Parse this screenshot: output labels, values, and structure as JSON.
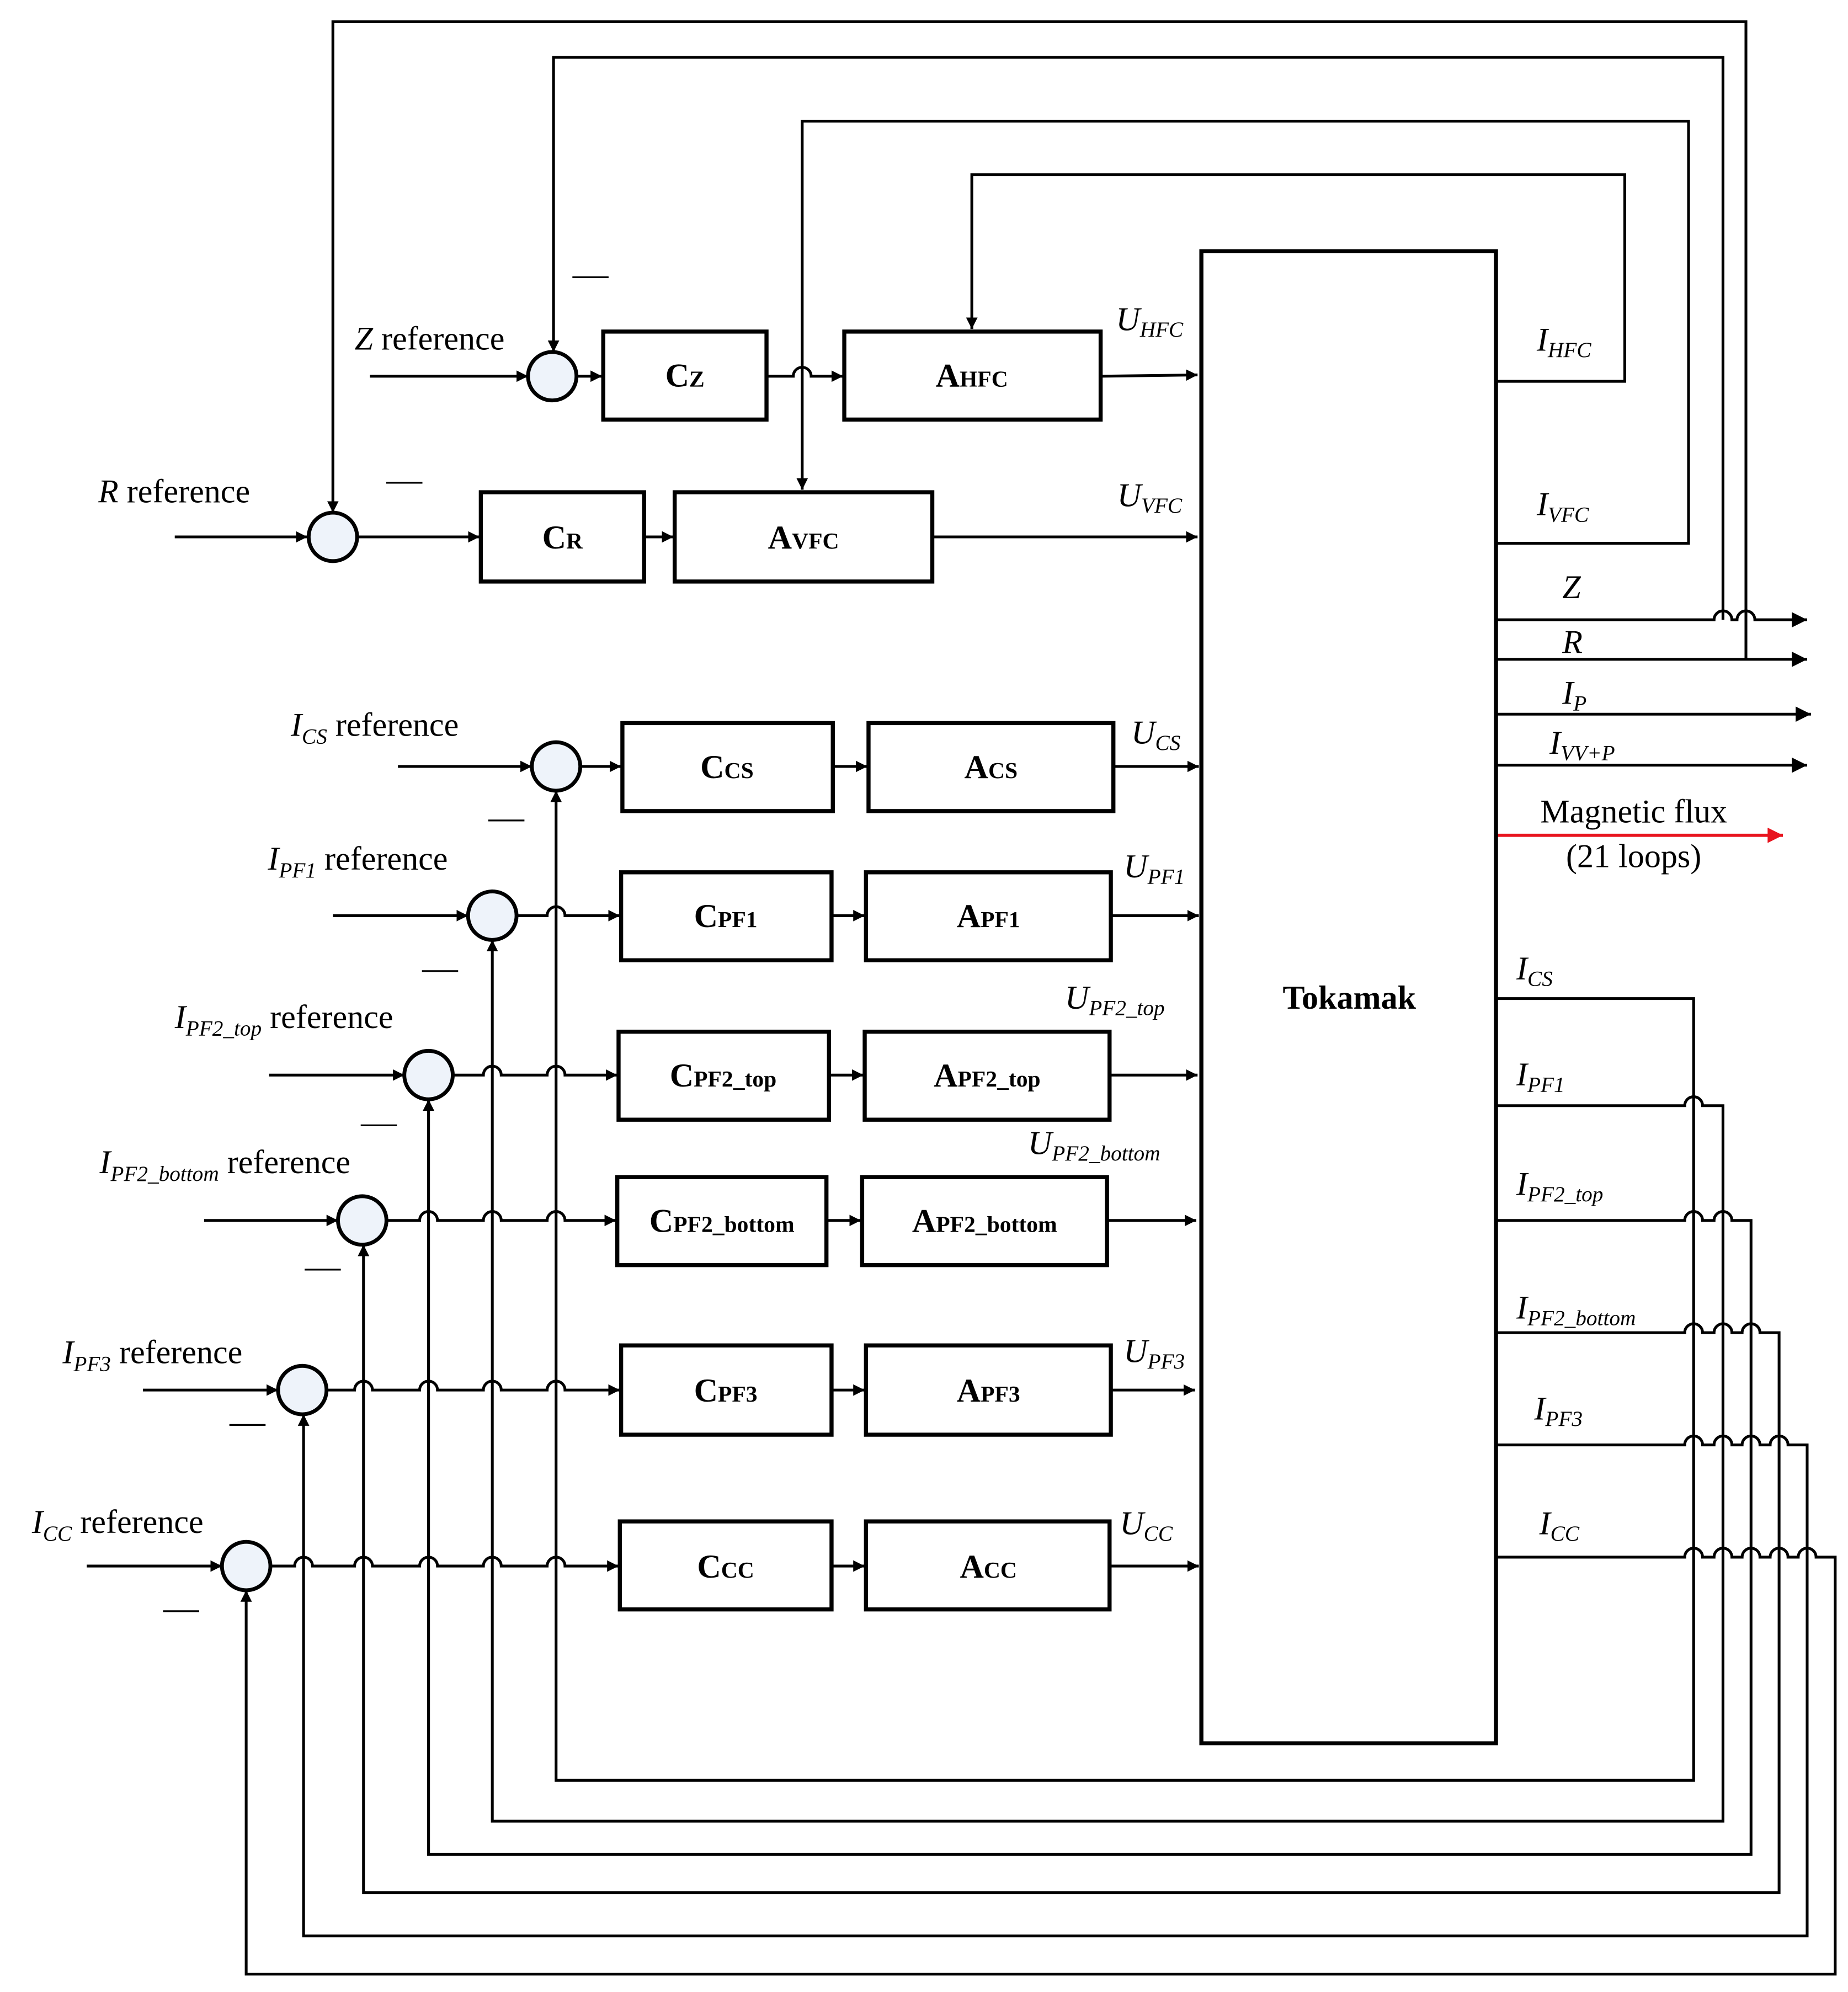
{
  "plant": {
    "label": "Tokamak"
  },
  "minus_sign": "—",
  "references": {
    "z": {
      "var": "Z",
      "sub": "",
      "text": " reference"
    },
    "r": {
      "var": "R",
      "sub": "",
      "text": " reference"
    },
    "cs": {
      "var": "I",
      "sub": "CS",
      "text": " reference"
    },
    "pf1": {
      "var": "I",
      "sub": "PF1",
      "text": " reference"
    },
    "pf2top": {
      "var": "I",
      "sub": "PF2_top",
      "text": " reference"
    },
    "pf2bottom": {
      "var": "I",
      "sub": "PF2_bottom",
      "text": " reference"
    },
    "pf3": {
      "var": "I",
      "sub": "PF3",
      "text": " reference"
    },
    "cc": {
      "var": "I",
      "sub": "CC",
      "text": " reference"
    }
  },
  "controllers": {
    "z": {
      "main": "C",
      "sub": "Z"
    },
    "r": {
      "main": "C",
      "sub": "R"
    },
    "cs": {
      "main": "C",
      "sub": "CS"
    },
    "pf1": {
      "main": "C",
      "sub": "PF1"
    },
    "pf2top": {
      "main": "C",
      "sub": "PF2_top"
    },
    "pf2bottom": {
      "main": "C",
      "sub": "PF2_bottom"
    },
    "pf3": {
      "main": "C",
      "sub": "PF3"
    },
    "cc": {
      "main": "C",
      "sub": "CC"
    }
  },
  "amplifiers": {
    "hfc": {
      "main": "A",
      "sub": "HFC"
    },
    "vfc": {
      "main": "A",
      "sub": "VFC"
    },
    "cs": {
      "main": "A",
      "sub": "CS"
    },
    "pf1": {
      "main": "A",
      "sub": "PF1"
    },
    "pf2top": {
      "main": "A",
      "sub": "PF2_top"
    },
    "pf2bottom": {
      "main": "A",
      "sub": "PF2_bottom"
    },
    "pf3": {
      "main": "A",
      "sub": "PF3"
    },
    "cc": {
      "main": "A",
      "sub": "CC"
    }
  },
  "voltages": {
    "hfc": {
      "var": "U",
      "sub": "HFC"
    },
    "vfc": {
      "var": "U",
      "sub": "VFC"
    },
    "cs": {
      "var": "U",
      "sub": "CS"
    },
    "pf1": {
      "var": "U",
      "sub": "PF1"
    },
    "pf2top": {
      "var": "U",
      "sub": "PF2_top"
    },
    "pf2bottom": {
      "var": "U",
      "sub": "PF2_bottom"
    },
    "pf3": {
      "var": "U",
      "sub": "PF3"
    },
    "cc": {
      "var": "U",
      "sub": "CC"
    }
  },
  "outputs": {
    "ihfc": {
      "var": "I",
      "sub": "HFC"
    },
    "ivfc": {
      "var": "I",
      "sub": "VFC"
    },
    "z": {
      "var": "Z",
      "sub": ""
    },
    "r": {
      "var": "R",
      "sub": ""
    },
    "ip": {
      "var": "I",
      "sub": "P"
    },
    "ivvp": {
      "var": "I",
      "sub": "VV+P"
    },
    "flux_line1": "Magnetic flux",
    "flux_line2": "(21 loops)",
    "flux_color": "#e8141e",
    "ics": {
      "var": "I",
      "sub": "CS"
    },
    "ipf1": {
      "var": "I",
      "sub": "PF1"
    },
    "ipf2top": {
      "var": "I",
      "sub": "PF2_top"
    },
    "ipf2bottom": {
      "var": "I",
      "sub": "PF2_bottom"
    },
    "ipf3": {
      "var": "I",
      "sub": "PF3"
    },
    "icc": {
      "var": "I",
      "sub": "CC"
    }
  }
}
